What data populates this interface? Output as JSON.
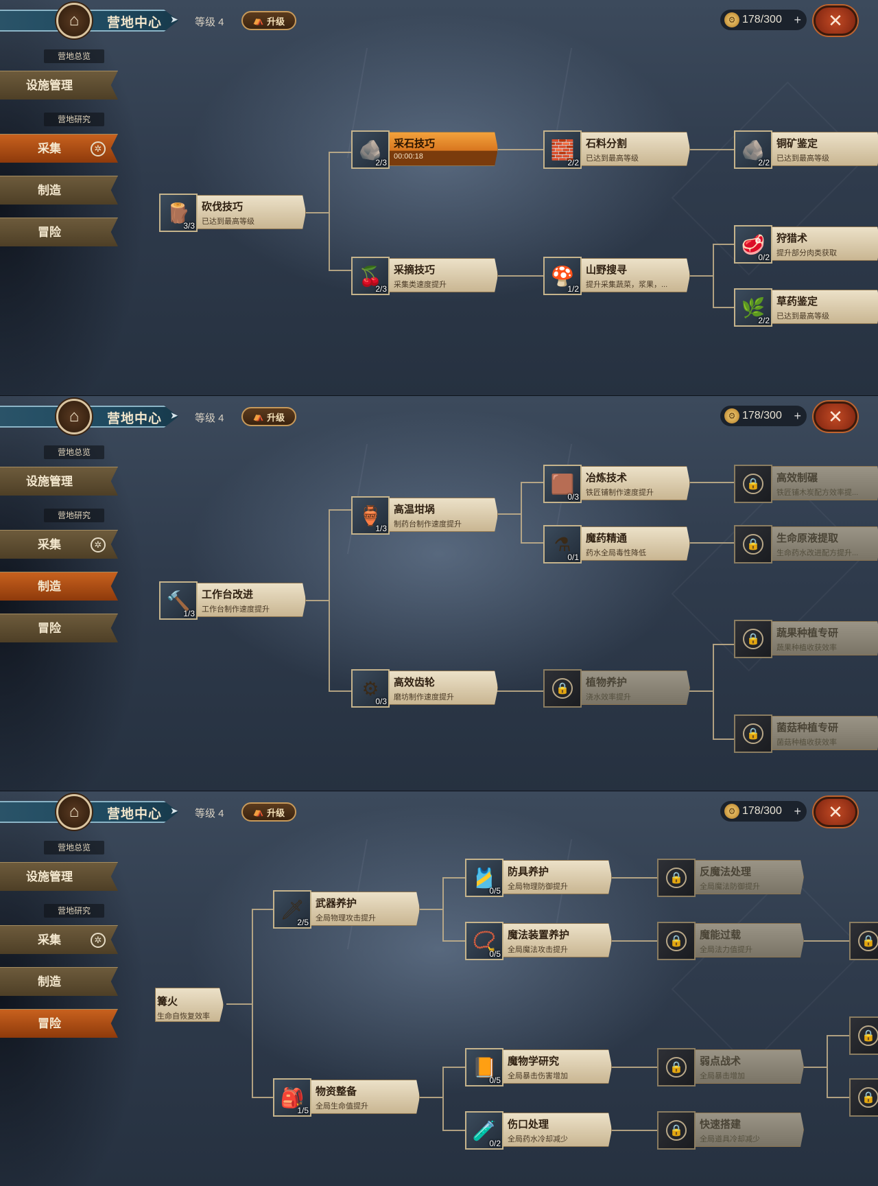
{
  "header": {
    "title": "营地中心",
    "level": "等级 4",
    "upgrade": "升级",
    "currency": "178/300",
    "close": "✕"
  },
  "sidebar": {
    "overview": "营地总览",
    "facility": "设施管理",
    "research": "营地研究",
    "gather": "采集",
    "craft": "制造",
    "adventure": "冒险"
  },
  "panels": [
    {
      "active_tab": "gather",
      "nodes": [
        {
          "name": "砍伐技巧",
          "desc": "已达到最高等级",
          "count": "3/3",
          "icon": "log-icon",
          "glyph": "🪵"
        },
        {
          "name": "采石技巧",
          "desc": "00:00:18",
          "count": "2/3",
          "icon": "stone-icon",
          "glyph": "🪨"
        },
        {
          "name": "石料分割",
          "desc": "已达到最高等级",
          "count": "2/2",
          "icon": "brick-icon",
          "glyph": "🧱"
        },
        {
          "name": "铜矿鉴定",
          "desc": "已达到最高等级",
          "count": "2/2",
          "icon": "ore-icon",
          "glyph": "🪨"
        },
        {
          "name": "采摘技巧",
          "desc": "采集类速度提升",
          "count": "2/3",
          "icon": "berry-icon",
          "glyph": "🍒"
        },
        {
          "name": "山野搜寻",
          "desc": "提升采集蔬菜，浆果，...",
          "count": "1/2",
          "icon": "mushroom-icon",
          "glyph": "🍄"
        },
        {
          "name": "狩猎术",
          "desc": "提升部分肉类获取",
          "count": "0/2",
          "icon": "meat-icon",
          "glyph": "🥩"
        },
        {
          "name": "草药鉴定",
          "desc": "已达到最高等级",
          "count": "2/2",
          "icon": "herb-icon",
          "glyph": "🌿"
        }
      ]
    },
    {
      "active_tab": "craft",
      "nodes": [
        {
          "name": "工作台改进",
          "desc": "工作台制作速度提升",
          "count": "1/3",
          "icon": "workbench-icon",
          "glyph": "🔨"
        },
        {
          "name": "高温坩埚",
          "desc": "制药台制作速度提升",
          "count": "1/3",
          "icon": "cauldron-icon",
          "glyph": "🏺"
        },
        {
          "name": "冶炼技术",
          "desc": "铁匠铺制作速度提升",
          "count": "0/3",
          "icon": "ingot-icon",
          "glyph": "🟫"
        },
        {
          "name": "高效制碾",
          "desc": "铁匠铺木炭配方效率提...",
          "count": "",
          "icon": "lock-icon",
          "glyph": "🔒"
        },
        {
          "name": "魔药精通",
          "desc": "药水全局毒性降低",
          "count": "0/1",
          "icon": "potion-set-icon",
          "glyph": "⚗"
        },
        {
          "name": "生命原液提取",
          "desc": "生命药水改进配方提升...",
          "count": "",
          "icon": "lock-icon",
          "glyph": "🔒"
        },
        {
          "name": "高效齿轮",
          "desc": "磨坊制作速度提升",
          "count": "0/3",
          "icon": "gear-barrel-icon",
          "glyph": "⚙"
        },
        {
          "name": "植物养护",
          "desc": "浇水效率提升",
          "count": "",
          "icon": "lock-icon",
          "glyph": "🔒"
        },
        {
          "name": "蔬果种植专研",
          "desc": "蔬果种植收获效率",
          "count": "",
          "icon": "lock-icon",
          "glyph": "🔒"
        },
        {
          "name": "菌菇种植专研",
          "desc": "菌菇种植收获效率",
          "count": "",
          "icon": "lock-icon",
          "glyph": "🔒"
        }
      ]
    },
    {
      "active_tab": "adventure",
      "partial": {
        "name": "篝火",
        "desc": "生命自恢复效率"
      },
      "nodes": [
        {
          "name": "武器养护",
          "desc": "全局物理攻击提升",
          "count": "2/5",
          "icon": "sword-icon",
          "glyph": "🗡"
        },
        {
          "name": "防具养护",
          "desc": "全局物理防御提升",
          "count": "0/5",
          "icon": "armor-icon",
          "glyph": "🎽"
        },
        {
          "name": "反魔法处理",
          "desc": "全局魔法防御提升",
          "count": "",
          "icon": "lock-icon",
          "glyph": "🔒"
        },
        {
          "name": "魔法装置养护",
          "desc": "全局魔法攻击提升",
          "count": "0/5",
          "icon": "amulet-icon",
          "glyph": "📿"
        },
        {
          "name": "魔能过载",
          "desc": "全局法力值提升",
          "count": "",
          "icon": "lock-icon",
          "glyph": "🔒"
        },
        {
          "name": "物资整备",
          "desc": "全局生命值提升",
          "count": "1/5",
          "icon": "supplies-icon",
          "glyph": "🎒"
        },
        {
          "name": "魔物学研究",
          "desc": "全局暴击伤害增加",
          "count": "0/5",
          "icon": "book-icon",
          "glyph": "📙"
        },
        {
          "name": "弱点战术",
          "desc": "全局暴击增加",
          "count": "",
          "icon": "lock-icon",
          "glyph": "🔒"
        },
        {
          "name": "伤口处理",
          "desc": "全局药水冷却减少",
          "count": "0/2",
          "icon": "potion-icon",
          "glyph": "🧪"
        },
        {
          "name": "快速搭建",
          "desc": "全局道具冷却减少",
          "count": "",
          "icon": "lock-icon",
          "glyph": "🔒"
        }
      ]
    }
  ],
  "colors": {
    "active_tab": "#c8611e",
    "node_card": "#ece1c8",
    "active_node": "#f3a23c"
  }
}
